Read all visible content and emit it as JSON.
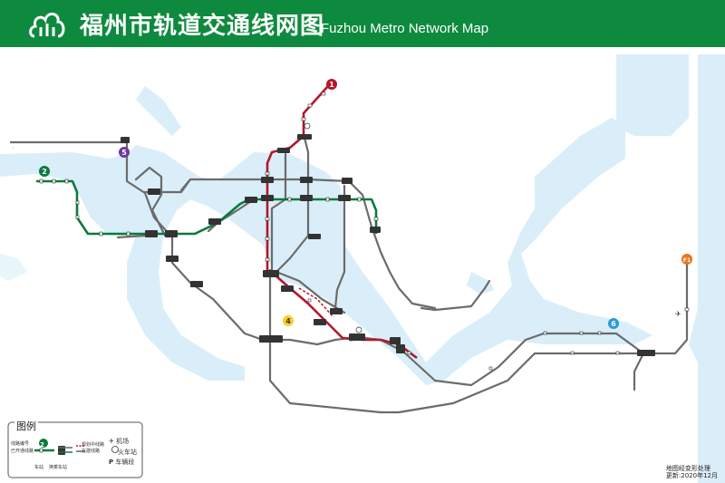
{
  "header": {
    "title_zh": "福州市轨道交通线网图",
    "title_en": "Fuzhou Metro Network Map"
  },
  "colors": {
    "header_bg": "#0e8a3e",
    "water": "#d9eef8",
    "line1": "#b4162c",
    "line2": "#0a7a3c",
    "line4": "#f5d21f",
    "line5": "#6d3a9c",
    "line6": "#2a9ad6",
    "lineF1": "#e8731e",
    "planned": "#666666"
  },
  "lines": [
    {
      "id": "line-1",
      "badge": "1"
    },
    {
      "id": "line-2",
      "badge": "2"
    },
    {
      "id": "line-4",
      "badge": "4"
    },
    {
      "id": "line-5",
      "badge": "5"
    },
    {
      "id": "line-6",
      "badge": "6"
    },
    {
      "id": "line-f1",
      "badge": "F1"
    }
  ],
  "legend": {
    "title": "图例",
    "line_number": "线路编号",
    "operating_line": "已开通线路",
    "station": "车站",
    "interchange": "换乘车站",
    "under_construction": "规划中线路",
    "planned": "在建线路",
    "airport": "机场",
    "railway_station": "火车站",
    "depot": "车辆段",
    "badge": "2"
  },
  "footnote": {
    "line1": "地图经变形处理",
    "line2": "更新:2020年12月"
  }
}
